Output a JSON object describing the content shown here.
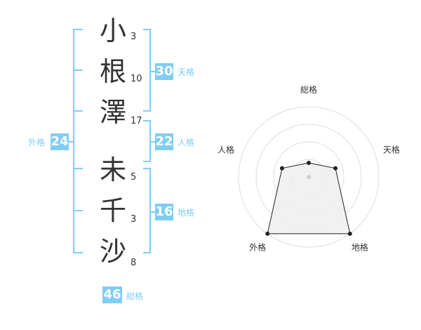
{
  "name_chars": [
    {
      "char": "小",
      "strokes": "3"
    },
    {
      "char": "根",
      "strokes": "10"
    },
    {
      "char": "澤",
      "strokes": "17"
    },
    {
      "char": "未",
      "strokes": "5"
    },
    {
      "char": "千",
      "strokes": "3"
    },
    {
      "char": "沙",
      "strokes": "8"
    }
  ],
  "fortunes": {
    "tenkaku": {
      "value": "30",
      "label": "天格"
    },
    "jinkaku": {
      "value": "22",
      "label": "人格"
    },
    "chikaku": {
      "value": "16",
      "label": "地格"
    },
    "gaikaku": {
      "value": "24",
      "label": "外格"
    },
    "soukaku": {
      "value": "46",
      "label": "総格"
    }
  },
  "colors": {
    "accent": "#7fcdf5",
    "text": "#333333",
    "grid": "#dddddd",
    "radar_fill": "#eeeeee",
    "radar_line": "#222222"
  },
  "chart_data": {
    "type": "radar",
    "axes": [
      "総格",
      "天格",
      "地格",
      "外格",
      "人格"
    ],
    "values": [
      0.2,
      0.4,
      1.0,
      1.0,
      0.4
    ],
    "rmax": 1,
    "rings": 4
  }
}
